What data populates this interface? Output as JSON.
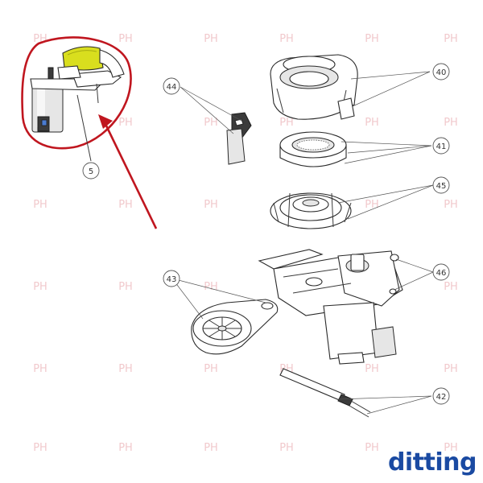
{
  "brand": {
    "logo_text": "ditting",
    "color": "#1a4aa2"
  },
  "watermark": {
    "text": "PH",
    "color": "#f1c9cc"
  },
  "highlight": {
    "color": "#c0161f",
    "part_number": "5"
  },
  "callouts": [
    {
      "id": "40",
      "label": "40"
    },
    {
      "id": "41",
      "label": "41"
    },
    {
      "id": "42",
      "label": "42"
    },
    {
      "id": "43",
      "label": "43"
    },
    {
      "id": "44",
      "label": "44"
    },
    {
      "id": "45",
      "label": "45"
    },
    {
      "id": "46",
      "label": "46"
    },
    {
      "id": "5",
      "label": "5"
    }
  ],
  "colors": {
    "motor_cap": "#d9de1e",
    "line": "#3a3a3a"
  }
}
